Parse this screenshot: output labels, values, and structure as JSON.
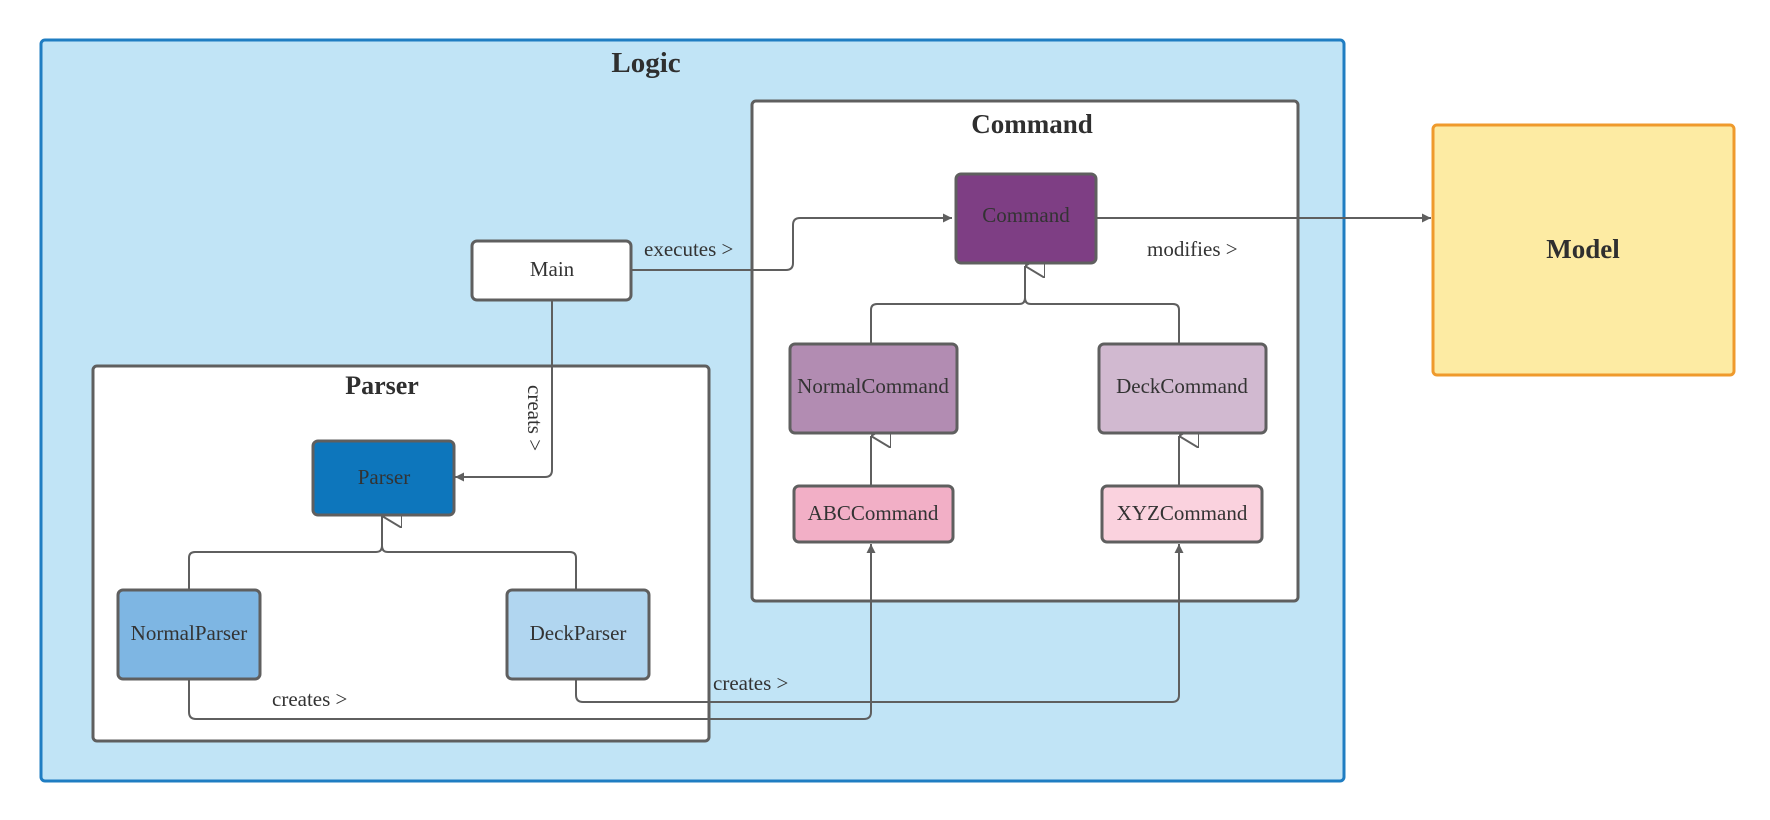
{
  "colors": {
    "logic_fill": "#c1e4f6",
    "logic_border": "#1f7dc2",
    "model_fill": "#fdeba3",
    "model_border": "#ef9a2c",
    "main": "#ffffff",
    "command": "#7e3e84",
    "normal_command": "#b28cb2",
    "deck_command": "#d1b9d0",
    "abc_command": "#f2afc6",
    "xyz_command": "#fad2de",
    "parser": "#0d76bc",
    "normal_parser": "#7eb6e3",
    "deck_parser": "#b1d6f0",
    "line": "#5f5f5f"
  },
  "packages": {
    "logic": "Logic",
    "command": "Command",
    "parser": "Parser",
    "model": "Model"
  },
  "classes": {
    "main": "Main",
    "command": "Command",
    "normal_command": "NormalCommand",
    "deck_command": "DeckCommand",
    "abc_command": "ABCCommand",
    "xyz_command": "XYZCommand",
    "parser": "Parser",
    "normal_parser": "NormalParser",
    "deck_parser": "DeckParser"
  },
  "relations": {
    "executes": "executes >",
    "modifies": "modifies >",
    "creats": "creats >",
    "creates_normal": "creates >",
    "creates_deck": "creates >"
  }
}
